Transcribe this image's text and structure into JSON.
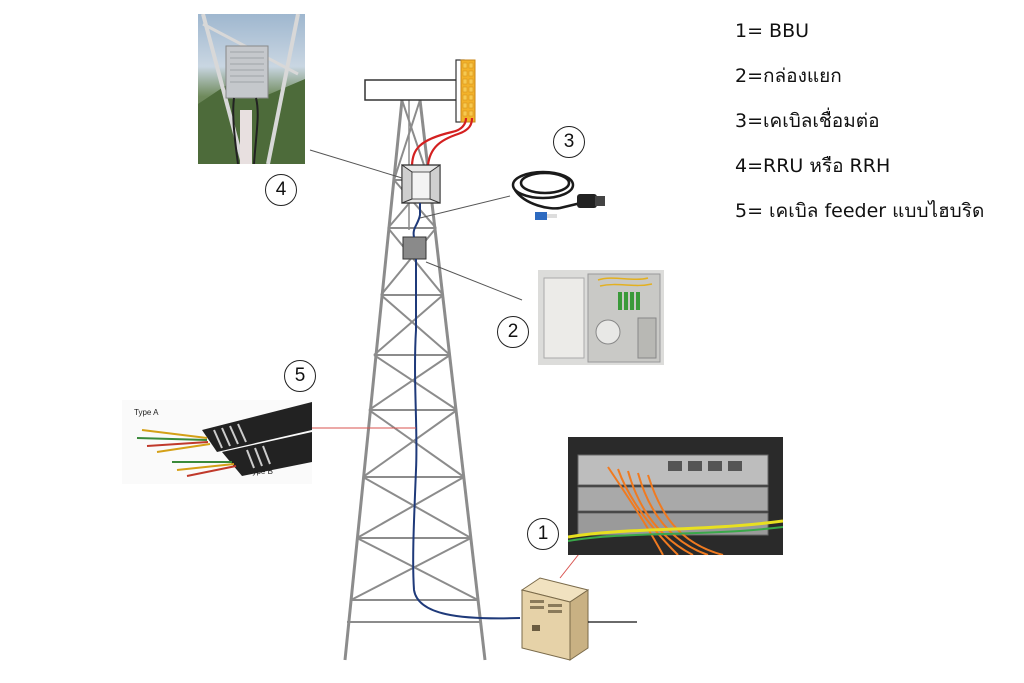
{
  "legend": [
    "1= BBU",
    "2=กล่องแยก",
    "3=เคเบิลเชื่อมต่อ",
    "4=RRU หรือ RRH",
    "5= เคเบิล feeder แบบไฮบริด"
  ],
  "markers": [
    "1",
    "2",
    "3",
    "4",
    "5"
  ],
  "cable_photo_labels": {
    "type_a": "Type A",
    "type_b": "Type B"
  },
  "colors": {
    "tower": "#8c8c8c",
    "hybrid_cable": "#1f3a7a",
    "power_cable": "#d42020",
    "antenna_panel": "#f2b22a",
    "bbu_cabinet": "#e6d2a8",
    "leader_line": "#d9534f"
  },
  "icons": [
    "antenna-panel-icon",
    "rru-box-icon",
    "splitter-box-icon",
    "bbu-cabinet-icon"
  ]
}
